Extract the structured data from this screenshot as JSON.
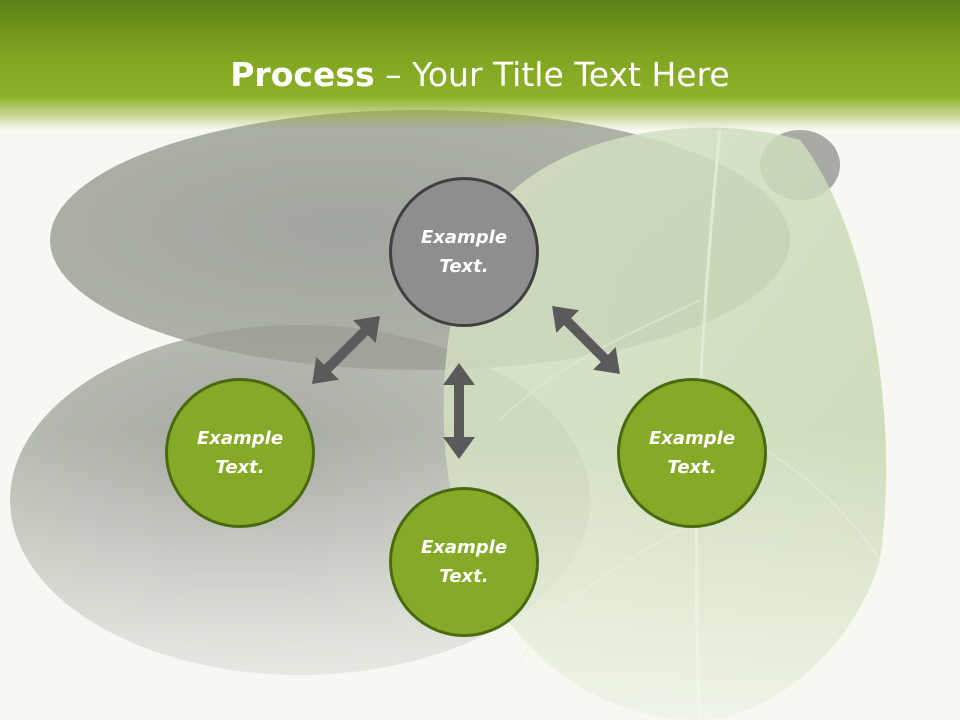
{
  "slide": {
    "title_bold": "Process",
    "title_rest": " – Your Title Text Here"
  },
  "nodes": [
    {
      "id": "top",
      "line1": "Example",
      "line2": "Text.",
      "fill": "#8e8e8e"
    },
    {
      "id": "left",
      "line1": "Example",
      "line2": "Text.",
      "fill": "#86aa27"
    },
    {
      "id": "bottom",
      "line1": "Example",
      "line2": "Text.",
      "fill": "#86aa27"
    },
    {
      "id": "right",
      "line1": "Example",
      "line2": "Text.",
      "fill": "#86aa27"
    }
  ],
  "colors": {
    "title_band": "#82a622",
    "arrow": "#5a5a5a",
    "node_border": "#4a6a12"
  },
  "connections": [
    {
      "from": "top",
      "to": "left",
      "style": "double-arrow"
    },
    {
      "from": "top",
      "to": "bottom",
      "style": "double-arrow"
    },
    {
      "from": "top",
      "to": "right",
      "style": "double-arrow"
    }
  ]
}
